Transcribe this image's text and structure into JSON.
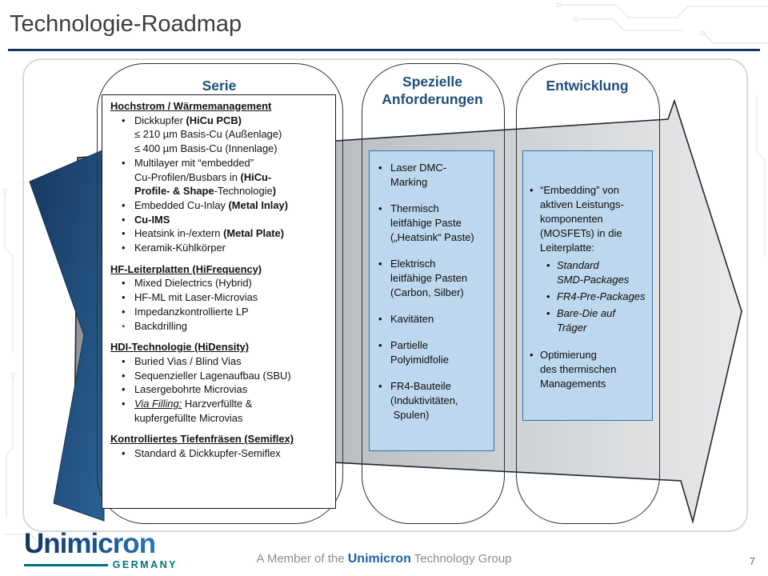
{
  "title": "Technologie-Roadmap",
  "page_number": "7",
  "logo": {
    "name": "Unimicron",
    "country": "GERMANY"
  },
  "footer": {
    "member_prefix": "A Member of the ",
    "member_brand": "Unimicron",
    "member_suffix": " Technology Group"
  },
  "colors": {
    "accent_blue": "#1F4E79",
    "navy_rule": "#17365D",
    "box_fill": "#BDD7EE",
    "box_border": "#2E74B5",
    "arrow_gray_dark": "#8f959b",
    "arrow_gray_light": "#e8e9ea",
    "chevron_navy": "#1d4875"
  },
  "columns": {
    "serie": {
      "header": "Serie",
      "lines": [
        {
          "k": "title",
          "segs": [
            {
              "t": "Hochstrom / Wärmemanagement",
              "b": 1,
              "u": 1
            }
          ]
        },
        {
          "k": "b0",
          "segs": [
            {
              "t": "Dickkupfer "
            },
            {
              "t": "(HiCu PCB)",
              "b": 1
            }
          ]
        },
        {
          "k": "c0",
          "segs": [
            {
              "t": "≤ 210 µm Basis-Cu (Außenlage)"
            }
          ]
        },
        {
          "k": "c0",
          "segs": [
            {
              "t": "≤ 400 µm Basis-Cu (Innenlage)"
            }
          ]
        },
        {
          "k": "b0",
          "segs": [
            {
              "t": "Multilayer mit “embedded”"
            }
          ]
        },
        {
          "k": "c0",
          "segs": [
            {
              "t": "Cu-Profilen/Busbars in "
            },
            {
              "t": "(HiCu-",
              "b": 1
            }
          ]
        },
        {
          "k": "c0",
          "segs": [
            {
              "t": "Profile- & Shape",
              "b": 1
            },
            {
              "t": "-Technologie"
            },
            {
              "t": ")",
              "b": 1
            }
          ]
        },
        {
          "k": "b0",
          "segs": [
            {
              "t": "Embedded Cu-Inlay "
            },
            {
              "t": "(Metal Inlay)",
              "b": 1
            }
          ]
        },
        {
          "k": "b0",
          "segs": [
            {
              "t": "Cu-IMS",
              "b": 1
            }
          ]
        },
        {
          "k": "b0",
          "segs": [
            {
              "t": "Heatsink in-/extern "
            },
            {
              "t": "(Metal Plate)",
              "b": 1
            }
          ]
        },
        {
          "k": "b0",
          "segs": [
            {
              "t": "Keramik-Kühlkörper"
            }
          ]
        },
        {
          "k": "sp",
          "h": 9
        },
        {
          "k": "title",
          "segs": [
            {
              "t": "HF-Leiterplatten (HiFrequency)",
              "b": 1,
              "u": 1
            }
          ]
        },
        {
          "k": "b0",
          "segs": [
            {
              "t": "Mixed Dielectrics (Hybrid)"
            }
          ]
        },
        {
          "k": "b0",
          "segs": [
            {
              "t": "HF-ML mit Laser-Microvias"
            }
          ]
        },
        {
          "k": "b0",
          "segs": [
            {
              "t": "Impedanzkontrollierte LP"
            }
          ]
        },
        {
          "k": "b0",
          "bc": "#4472C4",
          "segs": [
            {
              "t": "Backdrilling"
            }
          ]
        },
        {
          "k": "sp",
          "h": 9
        },
        {
          "k": "title",
          "segs": [
            {
              "t": "HDI-Technologie (HiDensity)",
              "b": 1,
              "u": 1
            }
          ]
        },
        {
          "k": "b0",
          "segs": [
            {
              "t": "Buried Vias / Blind Vias"
            }
          ]
        },
        {
          "k": "b0",
          "segs": [
            {
              "t": "Sequenzieller Lagenaufbau (SBU)"
            }
          ]
        },
        {
          "k": "b0",
          "segs": [
            {
              "t": "Lasergebohrte Microvias"
            }
          ]
        },
        {
          "k": "b0",
          "segs": [
            {
              "t": "Via Filling:",
              "i": 1,
              "u": 1
            },
            {
              "t": " Harzverfüllte &"
            }
          ]
        },
        {
          "k": "c0",
          "segs": [
            {
              "t": "kupfergefüllte Microvias"
            }
          ]
        },
        {
          "k": "sp",
          "h": 9
        },
        {
          "k": "title",
          "segs": [
            {
              "t": "Kontrolliertes Tiefenfräsen (Semiflex)",
              "b": 1,
              "u": 1
            }
          ]
        },
        {
          "k": "b0",
          "segs": [
            {
              "t": "Standard & Dickkupfer-Semiflex"
            }
          ]
        }
      ]
    },
    "spezielle": {
      "header": "Spezielle Anforderungen",
      "lines": [
        {
          "k": "b0",
          "segs": [
            {
              "t": "Laser DMC-"
            }
          ]
        },
        {
          "k": "c0",
          "segs": [
            {
              "t": "Marking"
            }
          ]
        },
        {
          "k": "sp",
          "h": 15
        },
        {
          "k": "b0",
          "segs": [
            {
              "t": "Thermisch"
            }
          ]
        },
        {
          "k": "c0",
          "segs": [
            {
              "t": "leitfähige Paste"
            }
          ]
        },
        {
          "k": "c0",
          "segs": [
            {
              "t": "(„Heatsink“ Paste)"
            }
          ]
        },
        {
          "k": "sp",
          "h": 15
        },
        {
          "k": "b0",
          "segs": [
            {
              "t": "Elektrisch"
            }
          ]
        },
        {
          "k": "c0",
          "segs": [
            {
              "t": "leitfähige Pasten"
            }
          ]
        },
        {
          "k": "c0",
          "segs": [
            {
              "t": "(Carbon, Silber)"
            }
          ]
        },
        {
          "k": "sp",
          "h": 15
        },
        {
          "k": "b0",
          "segs": [
            {
              "t": "Kavitäten"
            }
          ]
        },
        {
          "k": "sp",
          "h": 15
        },
        {
          "k": "b0",
          "segs": [
            {
              "t": "Partielle"
            }
          ]
        },
        {
          "k": "c0",
          "segs": [
            {
              "t": "Polyimidfolie"
            }
          ]
        },
        {
          "k": "sp",
          "h": 15
        },
        {
          "k": "b0",
          "segs": [
            {
              "t": "FR4-Bauteile"
            }
          ]
        },
        {
          "k": "c0",
          "segs": [
            {
              "t": "(Induktivitäten,"
            }
          ]
        },
        {
          "k": "c0",
          "segs": [
            {
              "t": " Spulen)"
            }
          ]
        }
      ]
    },
    "entwicklung": {
      "header": "Entwicklung",
      "lines": [
        {
          "k": "b0",
          "segs": [
            {
              "t": "“Embedding” von"
            }
          ]
        },
        {
          "k": "c0",
          "segs": [
            {
              "t": "aktiven Leistungs-"
            }
          ]
        },
        {
          "k": "c0",
          "segs": [
            {
              "t": "komponenten"
            }
          ]
        },
        {
          "k": "c0",
          "segs": [
            {
              "t": "(MOSFETs) in die"
            }
          ]
        },
        {
          "k": "c0",
          "segs": [
            {
              "t": "Leiterplatte:"
            }
          ]
        },
        {
          "k": "sp",
          "h": 4
        },
        {
          "k": "b1",
          "segs": [
            {
              "t": "Standard",
              "i": 1
            }
          ]
        },
        {
          "k": "c1",
          "segs": [
            {
              "t": "SMD-Packages",
              "i": 1
            }
          ]
        },
        {
          "k": "sp",
          "h": 3
        },
        {
          "k": "b1",
          "segs": [
            {
              "t": "FR4-Pre-Packages",
              "i": 1
            }
          ]
        },
        {
          "k": "sp",
          "h": 3
        },
        {
          "k": "b1",
          "segs": [
            {
              "t": "Bare-Die auf",
              "i": 1
            }
          ]
        },
        {
          "k": "c1",
          "segs": [
            {
              "t": "Träger",
              "i": 1
            }
          ]
        },
        {
          "k": "sp",
          "h": 16
        },
        {
          "k": "b0",
          "segs": [
            {
              "t": "Optimierung"
            }
          ]
        },
        {
          "k": "c0",
          "segs": [
            {
              "t": "des thermischen"
            }
          ]
        },
        {
          "k": "c0",
          "segs": [
            {
              "t": "Managements"
            }
          ]
        }
      ]
    }
  }
}
